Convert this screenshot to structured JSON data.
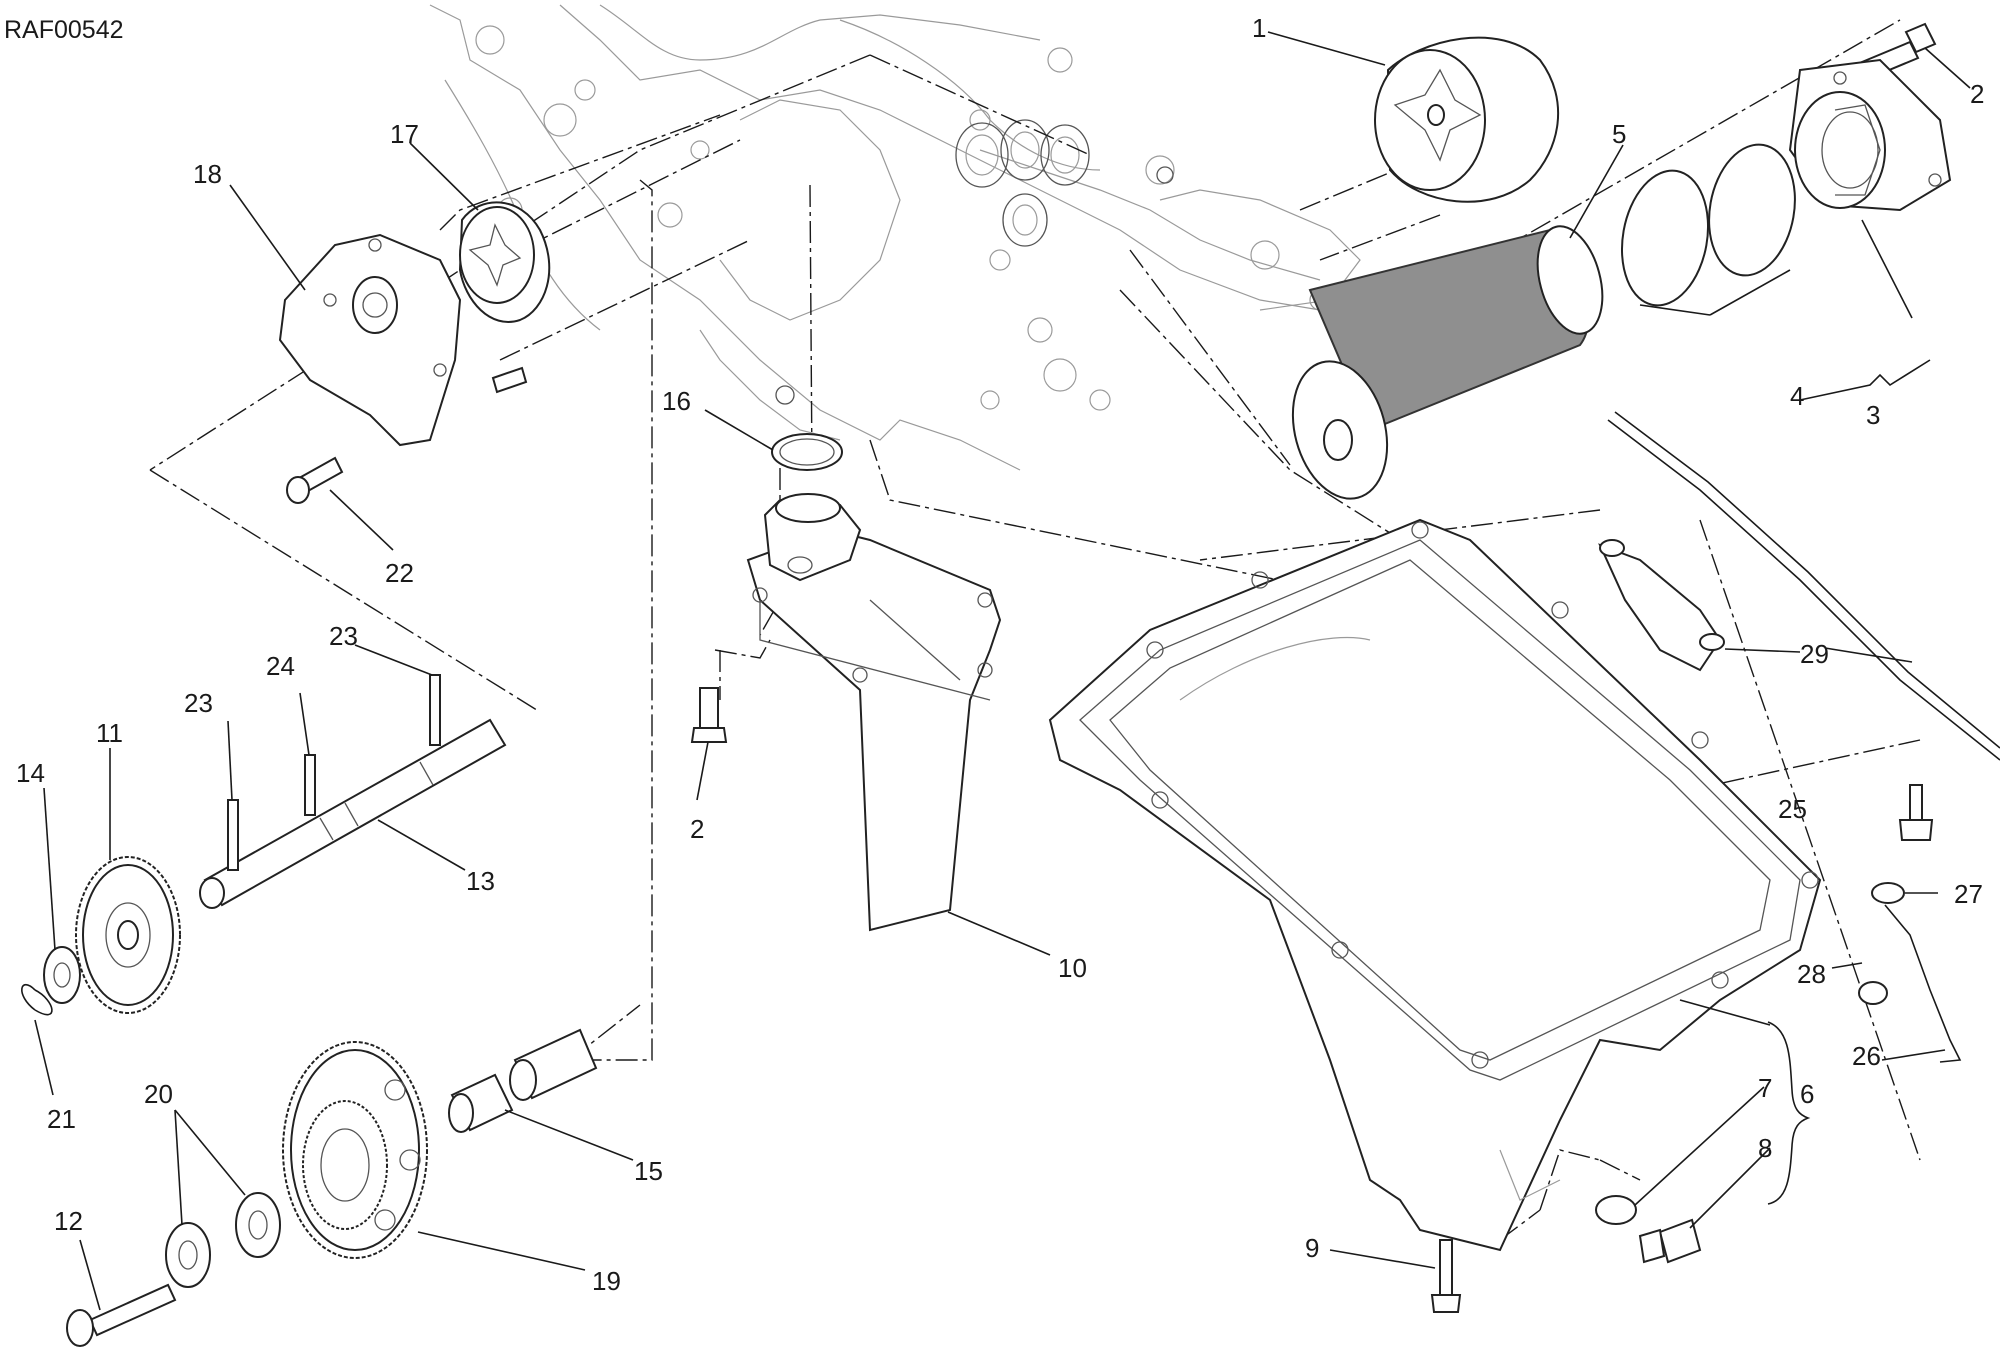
{
  "drawing_code": "RAF00542",
  "callouts": [
    {
      "id": "c1",
      "text": "1"
    },
    {
      "id": "c2a",
      "text": "2"
    },
    {
      "id": "c2b",
      "text": "2"
    },
    {
      "id": "c3",
      "text": "3"
    },
    {
      "id": "c4",
      "text": "4"
    },
    {
      "id": "c5",
      "text": "5"
    },
    {
      "id": "c6",
      "text": "6"
    },
    {
      "id": "c7",
      "text": "7"
    },
    {
      "id": "c8",
      "text": "8"
    },
    {
      "id": "c9",
      "text": "9"
    },
    {
      "id": "c10",
      "text": "10"
    },
    {
      "id": "c11",
      "text": "11"
    },
    {
      "id": "c12",
      "text": "12"
    },
    {
      "id": "c13",
      "text": "13"
    },
    {
      "id": "c14",
      "text": "14"
    },
    {
      "id": "c15",
      "text": "15"
    },
    {
      "id": "c16",
      "text": "16"
    },
    {
      "id": "c17",
      "text": "17"
    },
    {
      "id": "c18",
      "text": "18"
    },
    {
      "id": "c19",
      "text": "19"
    },
    {
      "id": "c20",
      "text": "20"
    },
    {
      "id": "c21",
      "text": "21"
    },
    {
      "id": "c22",
      "text": "22"
    },
    {
      "id": "c23a",
      "text": "23"
    },
    {
      "id": "c23b",
      "text": "23"
    },
    {
      "id": "c24",
      "text": "24"
    },
    {
      "id": "c25",
      "text": "25"
    },
    {
      "id": "c26",
      "text": "26"
    },
    {
      "id": "c27",
      "text": "27"
    },
    {
      "id": "c28",
      "text": "28"
    },
    {
      "id": "c29",
      "text": "29"
    }
  ]
}
